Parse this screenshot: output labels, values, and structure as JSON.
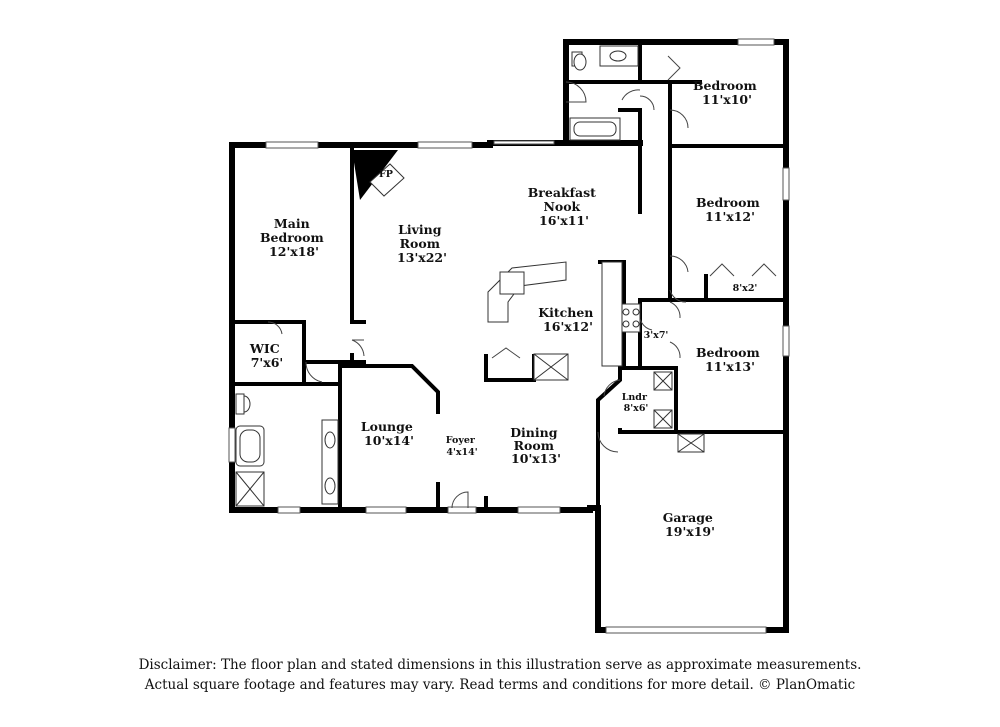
{
  "rooms": [
    {
      "id": "main-bedroom",
      "lines": [
        "Main",
        "Bedroom",
        "12'x18'"
      ]
    },
    {
      "id": "wic",
      "lines": [
        "WIC",
        "7'x6'"
      ]
    },
    {
      "id": "living-room",
      "lines": [
        "Living",
        "Room",
        "13'x22'"
      ]
    },
    {
      "id": "fp",
      "lines": [
        "FP"
      ]
    },
    {
      "id": "breakfast-nook",
      "lines": [
        "Breakfast",
        "Nook",
        "16'x11'"
      ]
    },
    {
      "id": "kitchen",
      "lines": [
        "Kitchen",
        "16'x12'"
      ]
    },
    {
      "id": "bedroom-top",
      "lines": [
        "Bedroom",
        "11'x10'"
      ]
    },
    {
      "id": "bedroom-mid",
      "lines": [
        "Bedroom",
        "11'x12'"
      ]
    },
    {
      "id": "closet-8x2",
      "lines": [
        "8'x2'"
      ]
    },
    {
      "id": "closet-3x7",
      "lines": [
        "3'x7'"
      ]
    },
    {
      "id": "bedroom-low",
      "lines": [
        "Bedroom",
        "11'x13'"
      ]
    },
    {
      "id": "laundry",
      "lines": [
        "Lndr",
        "8'x6'"
      ]
    },
    {
      "id": "lounge",
      "lines": [
        "Lounge",
        "10'x14'"
      ]
    },
    {
      "id": "foyer",
      "lines": [
        "Foyer",
        "4'x14'"
      ]
    },
    {
      "id": "dining-room",
      "lines": [
        "Dining",
        "Room",
        "10'x13'"
      ]
    },
    {
      "id": "garage",
      "lines": [
        "Garage",
        "19'x19'"
      ]
    }
  ],
  "disclaimer": {
    "line1": "Disclaimer: The floor plan and stated dimensions in this illustration serve as approximate measurements.",
    "line2": "Actual square footage and features may vary. Read terms and conditions for more detail. © PlanOmatic"
  }
}
